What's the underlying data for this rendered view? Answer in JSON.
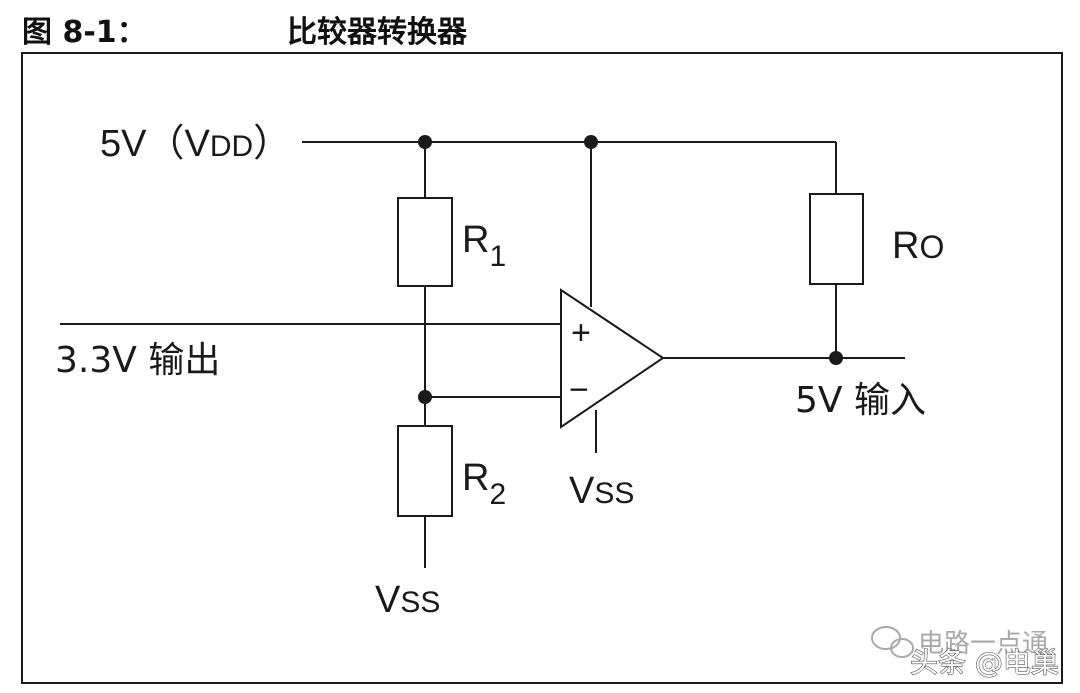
{
  "figure": {
    "number": "图 8-1：",
    "title": "比较器转换器"
  },
  "labels": {
    "supply_voltage": "5V（V",
    "supply_sub": "DD",
    "supply_close": "）",
    "r1": "R",
    "r1_sub": "1",
    "r2": "R",
    "r2_sub": "2",
    "ro": "R",
    "ro_sub": "O",
    "input_label": "3.3V 输出",
    "output_label": "5V 输入",
    "plus": "+",
    "minus": "−",
    "vss_comparator": "V",
    "vss_comparator_sub": "SS",
    "vss_divider": "V",
    "vss_divider_sub": "SS"
  },
  "watermark": {
    "source_top": "电路一点通",
    "source_bottom": "头条 @电巢",
    "icon": "wechat-icon"
  },
  "colors": {
    "line": "#1a1a1a",
    "background": "#ffffff",
    "watermark": "#a9a9a9"
  }
}
